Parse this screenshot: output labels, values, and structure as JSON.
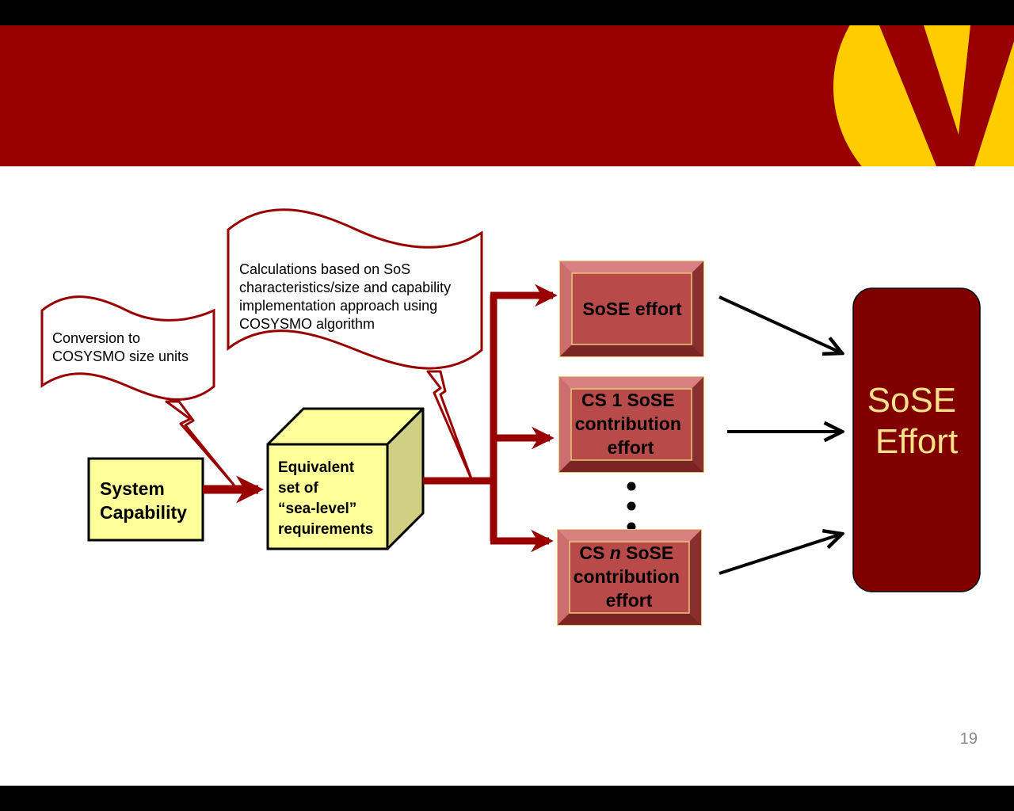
{
  "colors": {
    "banner": "#990000",
    "logo": "#ffcc00",
    "arrow": "#990000",
    "box_fill": "#b84a4a",
    "result_fill": "#800000",
    "highlight": "#ffff99"
  },
  "banner": {
    "logo_icon": "v-logo-icon"
  },
  "callouts": {
    "conversion": [
      "Conversion to",
      "COSYSMO size units"
    ],
    "calculations": [
      "Calculations based on SoS",
      "characteristics/size and capability",
      "implementation approach using",
      "COSYSMO algorithm"
    ]
  },
  "system_capability": [
    "System",
    "Capability"
  ],
  "equivalent": [
    "Equivalent",
    "set of",
    "“sea-level”",
    "requirements"
  ],
  "efforts": {
    "sose": "SoSE effort",
    "cs1": [
      "CS 1 SoSE",
      "contribution",
      "effort"
    ],
    "csn": {
      "line1_a": "CS ",
      "line1_n": "n",
      "line1_b": " SoSE",
      "line2": "contribution",
      "line3": "effort"
    }
  },
  "result": [
    "SoSE",
    "Effort"
  ],
  "page_number": "19"
}
